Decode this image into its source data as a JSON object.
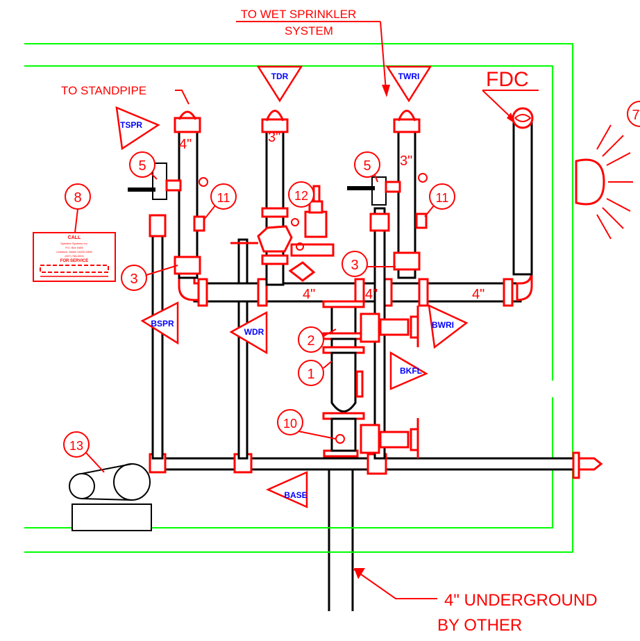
{
  "labels": {
    "wet_sprinkler_line1": "TO WET SPRINKLER",
    "wet_sprinkler_line2": "SYSTEM",
    "to_standpipe": "TO STANDPIPE",
    "fdc": "FDC",
    "underground_line1": "4\" UNDERGROUND",
    "underground_line2": "BY OTHER",
    "pipe_size_4_vertical": "4\"",
    "pipe_size_3_center": "3\"",
    "pipe_size_3_right": "3\"",
    "pipe_size_4_header_a": "4\"",
    "pipe_size_4_header_b": "4\"",
    "pipe_size_4_header_c": "4\""
  },
  "flags": {
    "tdr": "TDR",
    "twri": "TWRI",
    "tspr": "TSPR",
    "bspr": "BSPR",
    "wdr": "WDR",
    "bwri": "BWRI",
    "bkfl": "BKFL",
    "base": "BASE"
  },
  "callouts": {
    "n1": "1",
    "n2": "2",
    "n3a": "3",
    "n3b": "3",
    "n5a": "5",
    "n5b": "5",
    "n7": "7",
    "n8": "8",
    "n10": "10",
    "n11a": "11",
    "n11b": "11",
    "n12": "12",
    "n13": "13"
  },
  "sign": {
    "title": "CALL",
    "company": "Sprinkler Systems Inc.",
    "line1": "P.O. Box 0485",
    "line2": "Lewiston, Maine 04240-0485",
    "line3": "(207) 786-0004",
    "footer": "FOR SERVICE"
  },
  "colors": {
    "annotation": "#ff0000",
    "flag_text": "#0000ff",
    "wall": "#00ff00",
    "pipe": "#000000"
  }
}
